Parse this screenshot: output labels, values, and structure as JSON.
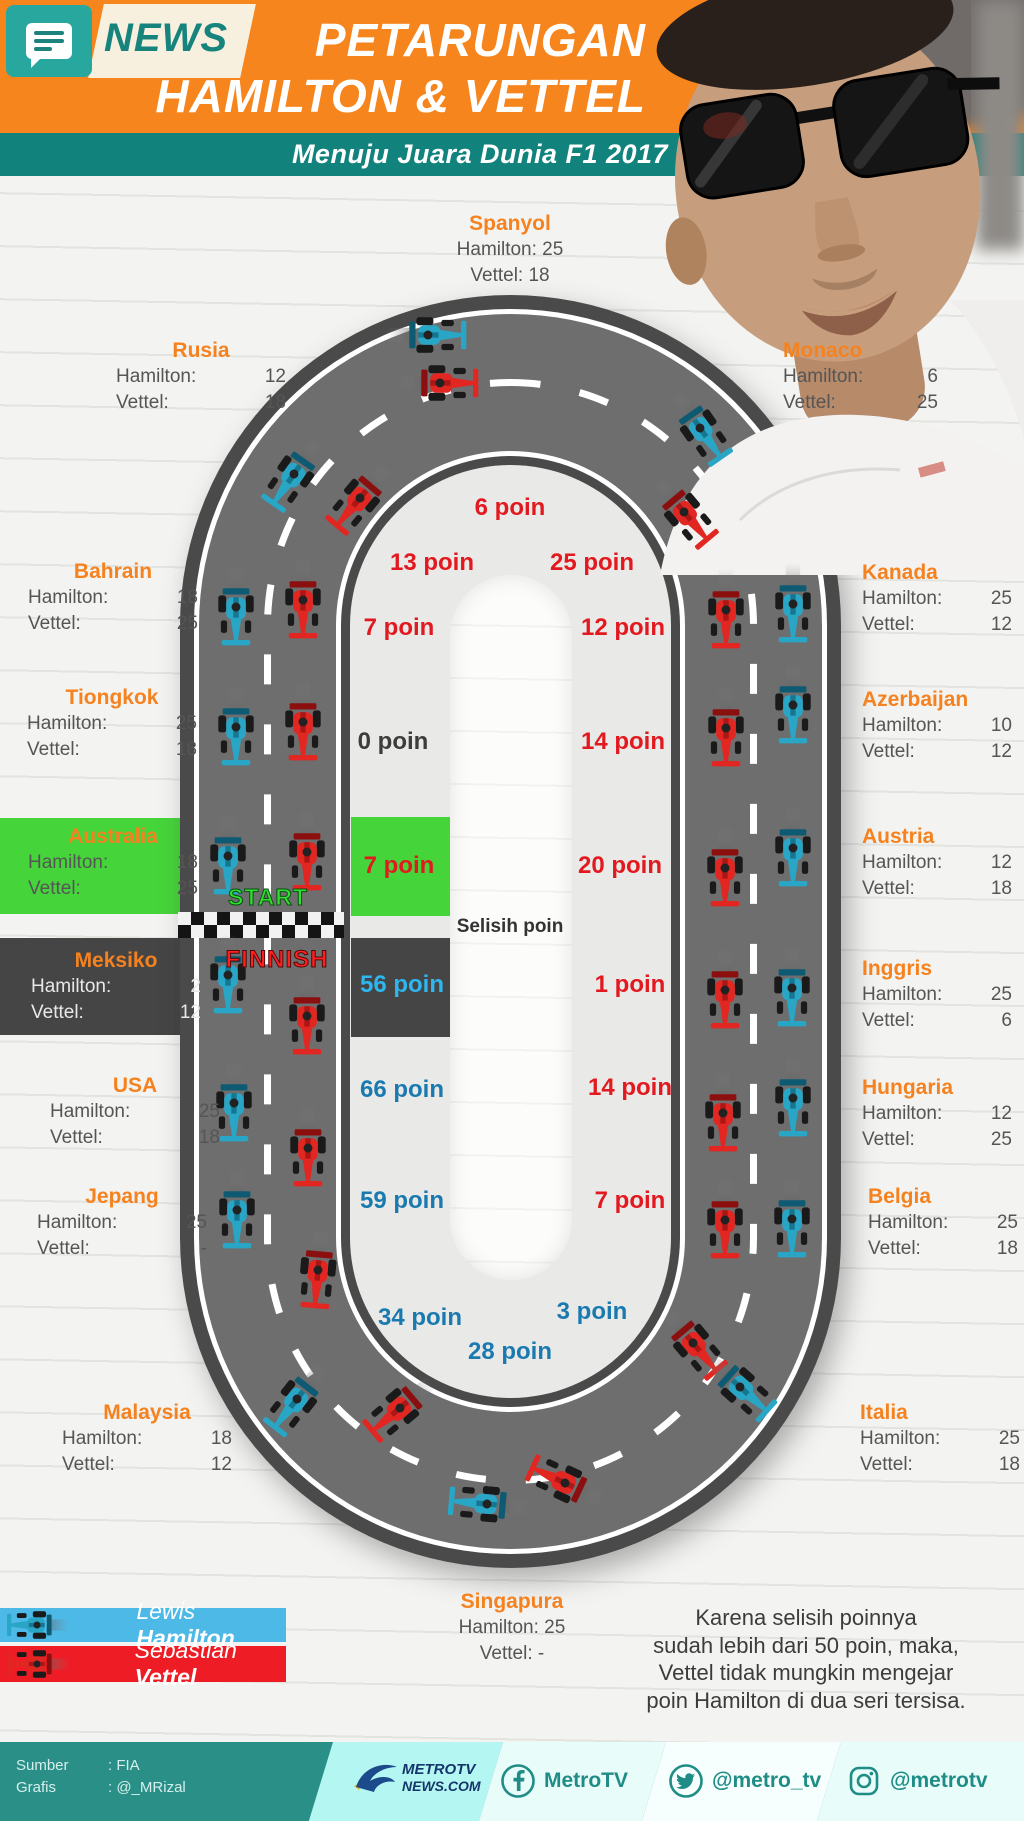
{
  "header": {
    "news_label": "NEWS",
    "title_line1": "PETARUNGAN",
    "title_line2": "HAMILTON & VETTEL",
    "subtitle": "Menuju Juara Dunia F1 2017"
  },
  "track": {
    "start_label": "START",
    "finish_label": "FINNISH",
    "selisih_label": "Selisih poin"
  },
  "stat_labels": {
    "hamilton": "Hamilton:",
    "vettel": "Vettel:"
  },
  "races": [
    {
      "name": "Australia",
      "hamilton": "18",
      "vettel": "25",
      "gap": "7 poin",
      "tone": "red"
    },
    {
      "name": "Tiongkok",
      "hamilton": "25",
      "vettel": "18",
      "gap": "0 poin",
      "tone": "dark"
    },
    {
      "name": "Bahrain",
      "hamilton": "18",
      "vettel": "25",
      "gap": "7 poin",
      "tone": "red"
    },
    {
      "name": "Rusia",
      "hamilton": "12",
      "vettel": "18",
      "gap": "13 poin",
      "tone": "red"
    },
    {
      "name": "Spanyol",
      "hamilton": "25",
      "vettel": "18",
      "gap": "6 poin",
      "tone": "red"
    },
    {
      "name": "Monaco",
      "hamilton": "6",
      "vettel": "25",
      "gap": "25 poin",
      "tone": "red"
    },
    {
      "name": "Kanada",
      "hamilton": "25",
      "vettel": "12",
      "gap": "12 poin",
      "tone": "red"
    },
    {
      "name": "Azerbaijan",
      "hamilton": "10",
      "vettel": "12",
      "gap": "14 poin",
      "tone": "red"
    },
    {
      "name": "Austria",
      "hamilton": "12",
      "vettel": "18",
      "gap": "20 poin",
      "tone": "red"
    },
    {
      "name": "Inggris",
      "hamilton": "25",
      "vettel": "6",
      "gap": "1 poin",
      "tone": "red"
    },
    {
      "name": "Hungaria",
      "hamilton": "12",
      "vettel": "25",
      "gap": "14 poin",
      "tone": "red"
    },
    {
      "name": "Belgia",
      "hamilton": "25",
      "vettel": "18",
      "gap": "7 poin",
      "tone": "red"
    },
    {
      "name": "Italia",
      "hamilton": "25",
      "vettel": "18",
      "gap": "3 poin",
      "tone": "blue"
    },
    {
      "name": "Singapura",
      "hamilton": "25",
      "vettel": "-",
      "gap": "28 poin",
      "tone": "blue"
    },
    {
      "name": "Malaysia",
      "hamilton": "18",
      "vettel": "12",
      "gap": "34 poin",
      "tone": "blue"
    },
    {
      "name": "Jepang",
      "hamilton": "25",
      "vettel": "-",
      "gap": "59 poin",
      "tone": "blue"
    },
    {
      "name": "USA",
      "hamilton": "25",
      "vettel": "18",
      "gap": "66 poin",
      "tone": "blue"
    },
    {
      "name": "Meksiko",
      "hamilton": "2",
      "vettel": "12",
      "gap": "56 poin",
      "tone": "cyan"
    }
  ],
  "legend": [
    {
      "first": "Lewis",
      "last": "Hamilton",
      "color": "#4cb9e7"
    },
    {
      "first": "Sebastian",
      "last": "Vettel",
      "color": "#ee1d25"
    }
  ],
  "note": {
    "lines": [
      "Karena selisih poinnya",
      "sudah lebih dari 50 poin, maka,",
      "Vettel tidak mungkin mengejar",
      "poin Hamilton di dua seri tersisa."
    ]
  },
  "footer": {
    "sumber_label": "Sumber",
    "sumber_value": ": FIA",
    "grafis_label": "Grafis",
    "grafis_value": ": @_MRizal",
    "logo_line1": "METROTV",
    "logo_line2": "NEWS.COM",
    "socials": [
      {
        "network": "facebook",
        "handle": "MetroTV"
      },
      {
        "network": "twitter",
        "handle": "@metro_tv"
      },
      {
        "network": "instagram",
        "handle": "@metrotv"
      }
    ]
  },
  "colors": {
    "orange": "#f6851d",
    "teal": "#11827c",
    "teal_logo": "#28a79f",
    "green_highlight": "#46d43b",
    "dark_highlight": "#454545",
    "country_name": "#f5821f",
    "gap_red": "#e2191f",
    "gap_blue": "#1a7ab0",
    "gap_cyan": "#2eb6ee",
    "hamilton_blue": "#29a5c6",
    "vettel_red": "#e22622"
  },
  "chart_data": {
    "type": "table",
    "title": "Petarungan Hamilton & Vettel — Menuju Juara Dunia F1 2017",
    "categories": [
      "Australia",
      "Tiongkok",
      "Bahrain",
      "Rusia",
      "Spanyol",
      "Monaco",
      "Kanada",
      "Azerbaijan",
      "Austria",
      "Inggris",
      "Hungaria",
      "Belgia",
      "Italia",
      "Singapura",
      "Malaysia",
      "Jepang",
      "USA",
      "Meksiko"
    ],
    "series": [
      {
        "name": "Hamilton",
        "values": [
          18,
          25,
          18,
          12,
          25,
          6,
          25,
          10,
          12,
          25,
          12,
          25,
          25,
          25,
          18,
          25,
          25,
          2
        ]
      },
      {
        "name": "Vettel",
        "values": [
          25,
          18,
          25,
          18,
          18,
          25,
          12,
          12,
          18,
          6,
          25,
          18,
          18,
          "-",
          12,
          "-",
          18,
          12
        ]
      },
      {
        "name": "Selisih poin",
        "values": [
          7,
          0,
          7,
          13,
          6,
          25,
          12,
          14,
          20,
          1,
          14,
          7,
          3,
          28,
          34,
          59,
          66,
          56
        ]
      }
    ]
  }
}
